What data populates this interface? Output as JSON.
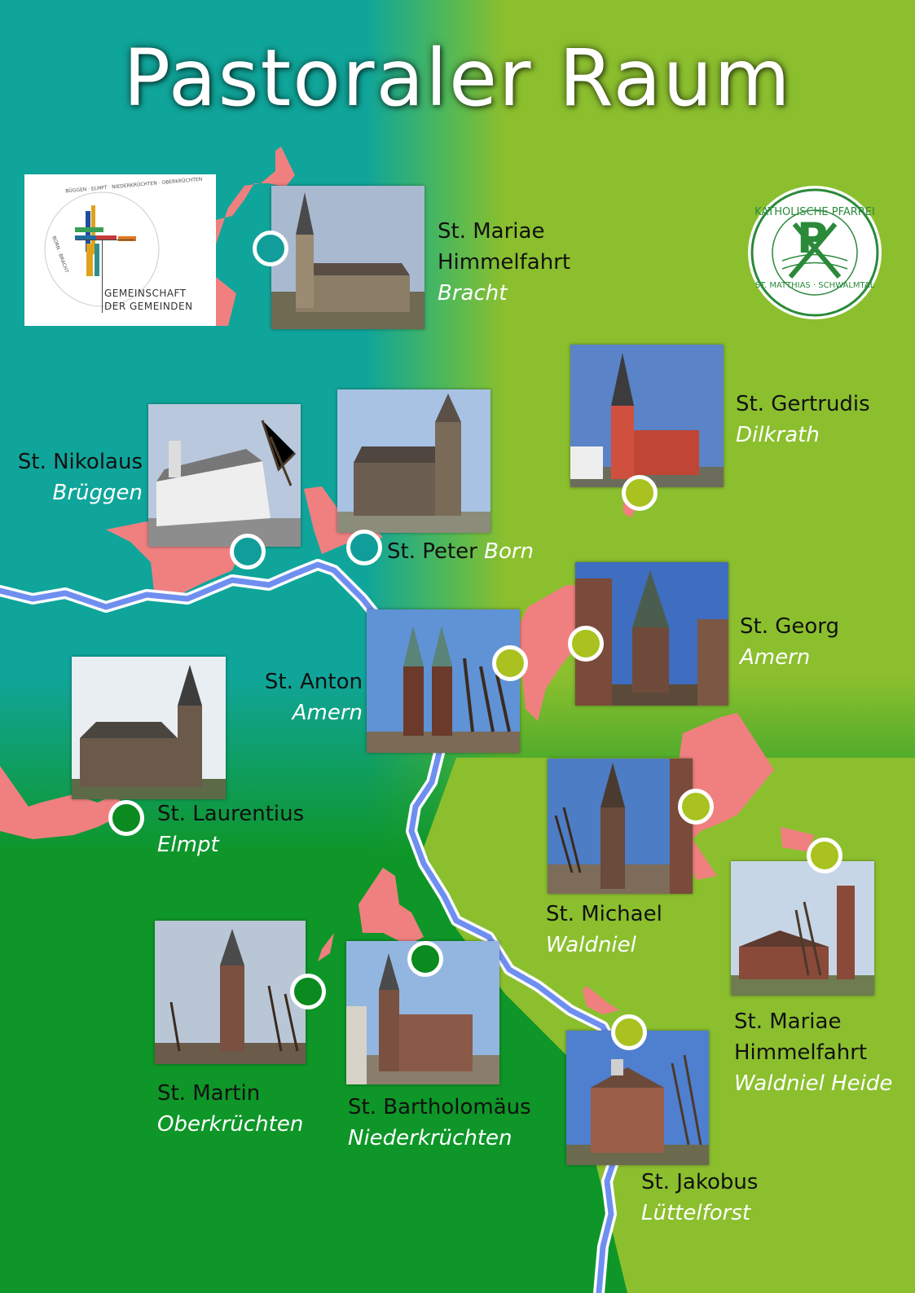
{
  "title": "Pastoraler Raum",
  "colors": {
    "teal": "#10a59a",
    "lime": "#8bbf2e",
    "green": "#0e9628",
    "pink": "#f08080",
    "pin_teal": "#119e9a",
    "pin_lime": "#a9c21f",
    "pin_green": "#0b8a1f",
    "river": "#6f8ff0"
  },
  "logo_left": {
    "name_line1": "GEMEINSCHAFT",
    "name_line2": "DER GEMEINDEN",
    "arc_text": "BÜGGEN · ELMPT · NIEDERKRÜCHTEN · OBERKRÜCHTEN",
    "arc_text_2": "BORN · BRACHT"
  },
  "logo_right": {
    "top_text": "KATHOLISCHE PFARREI",
    "bottom_text": "ST. MATTHIAS · SCHWALMTAL",
    "letter": "P"
  },
  "churches": [
    {
      "name": "St. Mariae Himmelfahrt",
      "name_line1": "St. Mariae",
      "name_line2": "Himmelfahrt",
      "place": "Bracht",
      "pin": "teal"
    },
    {
      "name": "St. Nikolaus",
      "place": "Brüggen",
      "pin": "teal"
    },
    {
      "name": "St. Peter",
      "place": "Born",
      "pin": "teal"
    },
    {
      "name": "St. Gertrudis",
      "place": "Dilkrath",
      "pin": "lime"
    },
    {
      "name": "St. Georg",
      "place": "Amern",
      "pin": "lime"
    },
    {
      "name": "St. Anton",
      "place": "Amern",
      "pin": "lime"
    },
    {
      "name": "St. Laurentius",
      "place": "Elmpt",
      "pin": "green"
    },
    {
      "name": "St. Michael",
      "place": "Waldniel",
      "pin": "lime"
    },
    {
      "name": "St. Mariae Himmelfahrt",
      "name_line1": "St. Mariae",
      "name_line2": "Himmelfahrt",
      "place": "Waldniel Heide",
      "pin": "lime"
    },
    {
      "name": "St. Martin",
      "place": "Oberkrüchten",
      "pin": "green"
    },
    {
      "name": "St. Bartholomäus",
      "place": "Niederkrüchten",
      "pin": "green"
    },
    {
      "name": "St. Jakobus",
      "place": "Lüttelforst",
      "pin": "lime"
    }
  ]
}
